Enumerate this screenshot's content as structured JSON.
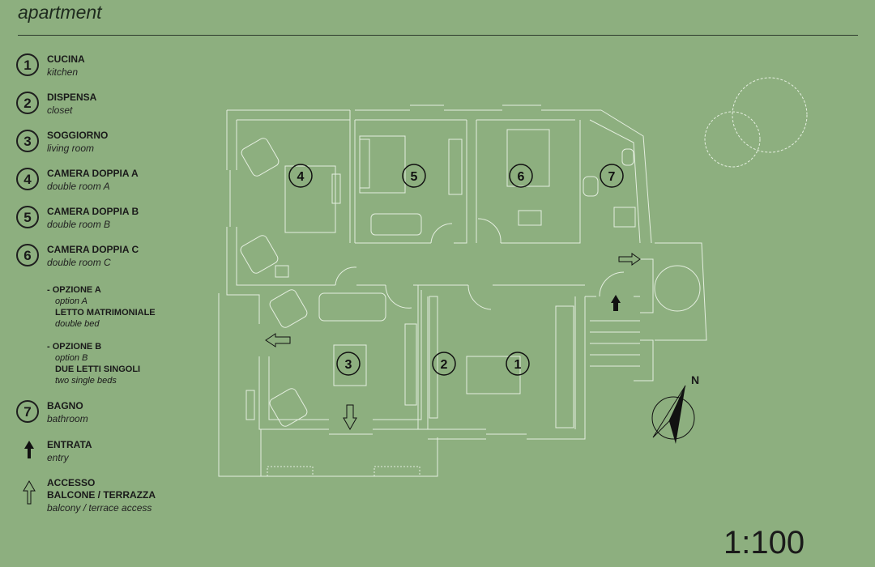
{
  "title": "apartment",
  "scale": "1:100",
  "north_label": "N",
  "legend": [
    {
      "num": "1",
      "label": "CUCINA",
      "sub": "kitchen"
    },
    {
      "num": "2",
      "label": "DISPENSA",
      "sub": "closet"
    },
    {
      "num": "3",
      "label": "SOGGIORNO",
      "sub": "living room"
    },
    {
      "num": "4",
      "label": "CAMERA DOPPIA A",
      "sub": "double room A"
    },
    {
      "num": "5",
      "label": "CAMERA DOPPIA B",
      "sub": "double room B"
    },
    {
      "num": "6",
      "label": "CAMERA DOPPIA C",
      "sub": "double room C"
    },
    {
      "num": "7",
      "label": "BAGNO",
      "sub": "bathroom"
    }
  ],
  "options": {
    "a": {
      "head": "- OPZIONE A",
      "sub": "option A",
      "bold": "LETTO MATRIMONIALE",
      "sub2": "double bed"
    },
    "b": {
      "head": "- OPZIONE B",
      "sub": "option B",
      "bold": "DUE LETTI SINGOLI",
      "sub2": "two single beds"
    }
  },
  "entry": {
    "label": "ENTRATA",
    "sub": "entry"
  },
  "access": {
    "label1": "ACCESSO",
    "label2": "BALCONE / TERRAZZA",
    "sub": "balcony / terrace access"
  },
  "rooms": [
    "1",
    "2",
    "3",
    "4",
    "5",
    "6",
    "7"
  ],
  "colors": {
    "background": "#8daf7f",
    "lines": "#e4eedf",
    "ink": "#1a1a1a"
  }
}
